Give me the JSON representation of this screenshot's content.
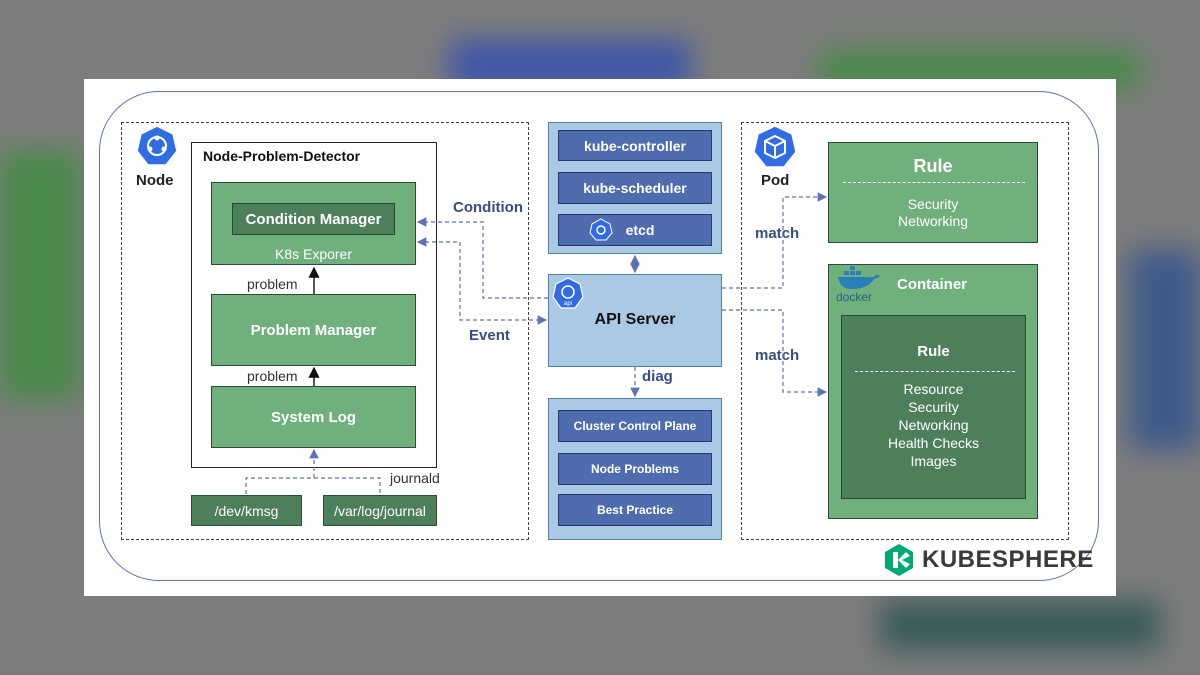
{
  "colors": {
    "green": "#6fb07d",
    "dark_green": "#4e7f5b",
    "blue": "#4f6cae",
    "light_blue": "#a9c9e4",
    "label": "#3a4d80",
    "kube_blue": "#326ce5",
    "kubesphere_green": "#00a971"
  },
  "node": {
    "label": "Node",
    "npd_title": "Node-Problem-Detector",
    "condition_manager": "Condition Manager",
    "k8s_exporter": "K8s Exporer",
    "problem_manager": "Problem Manager",
    "system_log": "System Log",
    "problem_label_1": "problem",
    "problem_label_2": "problem",
    "journald_label": "journald",
    "kmsg": "/dev/kmsg",
    "journal": "/var/log/journal"
  },
  "control_plane": {
    "kube_controller": "kube-controller",
    "kube_scheduler": "kube-scheduler",
    "etcd": "etcd",
    "api_server": "API Server",
    "api_icon_text": "api"
  },
  "diag": {
    "label": "diag",
    "cluster_control_plane": "Cluster Control Plane",
    "node_problems": "Node Problems",
    "best_practice": "Best Practice"
  },
  "edges": {
    "condition": "Condition",
    "event": "Event",
    "match_1": "match",
    "match_2": "match"
  },
  "pod": {
    "label": "Pod",
    "rule_title": "Rule",
    "rule_items": [
      "Security",
      "Networking"
    ],
    "container_title": "Container",
    "docker_text": "docker",
    "inner_rule_title": "Rule",
    "inner_rule_items": [
      "Resource",
      "Security",
      "Networking",
      "Health Checks",
      "Images"
    ]
  },
  "brand": {
    "name": "KUBESPHERE"
  },
  "icons": [
    "kubernetes-node-icon",
    "kubernetes-pod-icon",
    "kubernetes-etcd-icon",
    "kubernetes-api-icon",
    "docker-whale-icon",
    "kubesphere-logo-icon"
  ]
}
